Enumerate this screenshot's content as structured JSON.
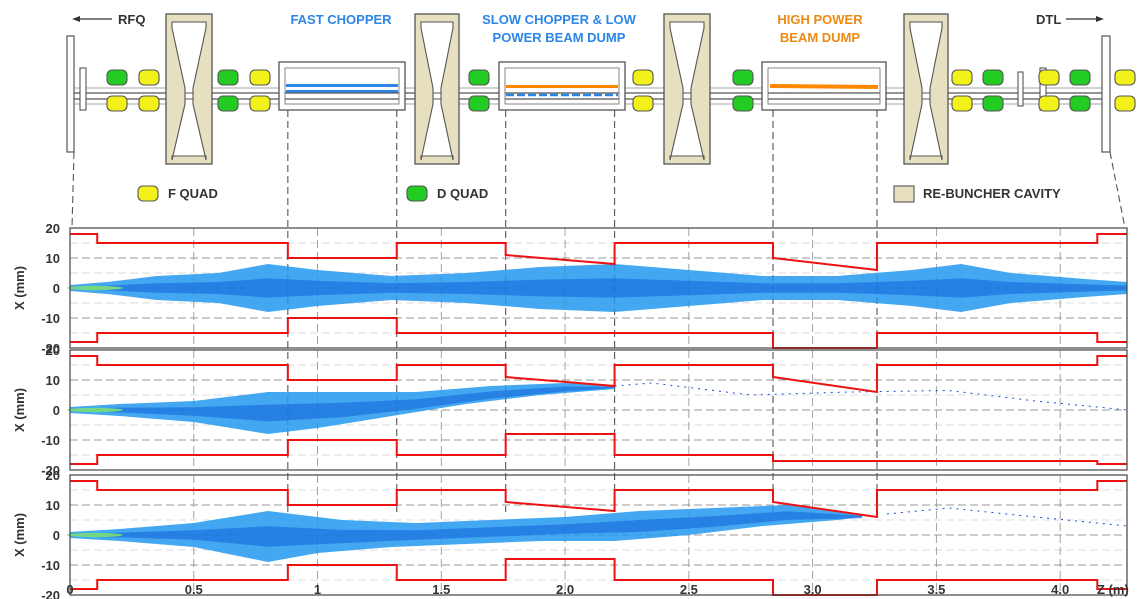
{
  "header": {
    "rfq_label": "RFQ",
    "dtl_label": "DTL",
    "fast_chopper": "FAST CHOPPER",
    "slow_chopper_line1": "SLOW CHOPPER & LOW",
    "slow_chopper_line2": "POWER BEAM DUMP",
    "high_power_line1": "HIGH POWER",
    "high_power_line2": "BEAM DUMP"
  },
  "legend": {
    "f_quad": "F QUAD",
    "d_quad": "D QUAD",
    "rebuncher": "RE-BUNCHER CAVITY"
  },
  "colors": {
    "f_quad": "#f2f21a",
    "d_quad": "#22cc22",
    "rebuncher": "#e6dfc0",
    "fast_chopper": "#2288ee",
    "slow_chopper": "#2288ee",
    "dump": "#ff8800",
    "aperture": "#ee1111",
    "beam": "#2299ee",
    "grid": "#999999"
  },
  "chart_data": {
    "type": "area",
    "xlabel": "Z (m)",
    "x_ticks": [
      "0",
      "0.5",
      "1",
      "1.5",
      "2.0",
      "2.5",
      "3.0",
      "3.5",
      "4.0"
    ],
    "x_tick_values": [
      0,
      0.5,
      1,
      1.5,
      2.0,
      2.5,
      3.0,
      3.5,
      4.0
    ],
    "xlim": [
      0,
      4.27
    ],
    "ylim": [
      -20,
      20
    ],
    "grid": true,
    "panels": [
      {
        "ylabel": "X (mm)",
        "y_ticks": [
          "20",
          "10",
          "0",
          "-10",
          "-20"
        ],
        "aperture_upper": [
          [
            0,
            18
          ],
          [
            0.11,
            18
          ],
          [
            0.11,
            15
          ],
          [
            0.88,
            15
          ],
          [
            0.88,
            10
          ],
          [
            1.32,
            10
          ],
          [
            1.32,
            15
          ],
          [
            1.76,
            15
          ],
          [
            1.76,
            11
          ],
          [
            2.2,
            8
          ],
          [
            2.2,
            15
          ],
          [
            2.84,
            15
          ],
          [
            2.84,
            10
          ],
          [
            3.26,
            6
          ],
          [
            3.26,
            15
          ],
          [
            4.15,
            15
          ],
          [
            4.15,
            18
          ],
          [
            4.27,
            18
          ]
        ],
        "aperture_lower": [
          [
            0,
            -18
          ],
          [
            0.11,
            -18
          ],
          [
            0.11,
            -15
          ],
          [
            0.88,
            -15
          ],
          [
            0.88,
            -10
          ],
          [
            1.32,
            -10
          ],
          [
            1.32,
            -15
          ],
          [
            2.84,
            -15
          ],
          [
            2.84,
            -20
          ],
          [
            3.26,
            -20
          ],
          [
            3.26,
            -15
          ],
          [
            4.15,
            -15
          ],
          [
            4.15,
            -18
          ],
          [
            4.27,
            -18
          ]
        ],
        "beam_upper": [
          [
            0,
            1
          ],
          [
            0.15,
            2
          ],
          [
            0.35,
            4
          ],
          [
            0.6,
            5
          ],
          [
            0.8,
            8
          ],
          [
            1.0,
            6
          ],
          [
            1.3,
            4
          ],
          [
            1.6,
            5
          ],
          [
            1.9,
            7
          ],
          [
            2.2,
            8
          ],
          [
            2.5,
            6
          ],
          [
            2.8,
            4
          ],
          [
            3.1,
            4
          ],
          [
            3.4,
            6
          ],
          [
            3.6,
            8
          ],
          [
            3.8,
            5
          ],
          [
            4.1,
            3
          ],
          [
            4.27,
            2
          ]
        ],
        "beam_lower": [
          [
            0,
            -1
          ],
          [
            0.15,
            -2
          ],
          [
            0.35,
            -4
          ],
          [
            0.6,
            -5
          ],
          [
            0.8,
            -8
          ],
          [
            1.0,
            -6
          ],
          [
            1.3,
            -4
          ],
          [
            1.6,
            -5
          ],
          [
            1.9,
            -7
          ],
          [
            2.2,
            -8
          ],
          [
            2.5,
            -6
          ],
          [
            2.8,
            -4
          ],
          [
            3.1,
            -4
          ],
          [
            3.4,
            -6
          ],
          [
            3.6,
            -8
          ],
          [
            3.8,
            -5
          ],
          [
            4.1,
            -3
          ],
          [
            4.27,
            -2
          ]
        ]
      },
      {
        "ylabel": "X (mm)",
        "y_ticks": [
          "20",
          "10",
          "0",
          "-10",
          "-20"
        ],
        "aperture_upper": [
          [
            0,
            18
          ],
          [
            0.11,
            18
          ],
          [
            0.11,
            15
          ],
          [
            0.88,
            15
          ],
          [
            0.88,
            10
          ],
          [
            1.32,
            10
          ],
          [
            1.32,
            15
          ],
          [
            1.76,
            15
          ],
          [
            1.76,
            11
          ],
          [
            2.2,
            8
          ],
          [
            2.2,
            15
          ],
          [
            2.84,
            15
          ],
          [
            2.84,
            11
          ],
          [
            3.26,
            6
          ],
          [
            3.26,
            15
          ],
          [
            4.15,
            15
          ],
          [
            4.15,
            18
          ],
          [
            4.27,
            18
          ]
        ],
        "aperture_lower": [
          [
            0,
            -18
          ],
          [
            0.11,
            -18
          ],
          [
            0.11,
            -15
          ],
          [
            0.88,
            -15
          ],
          [
            0.88,
            -10
          ],
          [
            1.32,
            -10
          ],
          [
            1.32,
            -15
          ],
          [
            1.76,
            -15
          ],
          [
            1.76,
            -8
          ],
          [
            2.2,
            -8
          ],
          [
            2.2,
            -15
          ],
          [
            2.84,
            -15
          ],
          [
            2.84,
            -17
          ],
          [
            4.15,
            -17
          ],
          [
            4.15,
            -18
          ],
          [
            4.27,
            -18
          ]
        ],
        "beam_upper": [
          [
            0,
            1
          ],
          [
            0.2,
            2
          ],
          [
            0.5,
            3
          ],
          [
            0.8,
            6
          ],
          [
            1.1,
            6
          ],
          [
            1.4,
            6
          ],
          [
            1.7,
            8
          ],
          [
            2.0,
            9
          ],
          [
            2.2,
            8
          ]
        ],
        "beam_lower": [
          [
            0,
            -1
          ],
          [
            0.2,
            -2
          ],
          [
            0.5,
            -4
          ],
          [
            0.8,
            -8
          ],
          [
            1.0,
            -6
          ],
          [
            1.3,
            -2
          ],
          [
            1.6,
            2
          ],
          [
            1.9,
            5
          ],
          [
            2.2,
            7
          ]
        ],
        "beam_trail": [
          [
            2.2,
            8
          ],
          [
            2.35,
            9
          ],
          [
            2.55,
            7
          ],
          [
            2.75,
            5
          ],
          [
            2.95,
            5.5
          ],
          [
            3.15,
            6
          ],
          [
            3.55,
            6.5
          ],
          [
            3.9,
            3
          ],
          [
            4.15,
            1
          ],
          [
            4.27,
            0
          ]
        ]
      },
      {
        "ylabel": "X (mm)",
        "y_ticks": [
          "20",
          "10",
          "0",
          "-10",
          "-20"
        ],
        "aperture_upper": [
          [
            0,
            18
          ],
          [
            0.11,
            18
          ],
          [
            0.11,
            15
          ],
          [
            0.88,
            15
          ],
          [
            0.88,
            10
          ],
          [
            1.32,
            10
          ],
          [
            1.32,
            15
          ],
          [
            1.76,
            15
          ],
          [
            1.76,
            11
          ],
          [
            2.2,
            8
          ],
          [
            2.2,
            15
          ],
          [
            2.84,
            15
          ],
          [
            2.84,
            11
          ],
          [
            3.26,
            6
          ],
          [
            3.26,
            15
          ],
          [
            4.15,
            15
          ],
          [
            4.15,
            18
          ],
          [
            4.27,
            18
          ]
        ],
        "aperture_lower": [
          [
            0,
            -18
          ],
          [
            0.11,
            -18
          ],
          [
            0.11,
            -15
          ],
          [
            0.88,
            -15
          ],
          [
            0.88,
            -10
          ],
          [
            1.32,
            -10
          ],
          [
            1.32,
            -15
          ],
          [
            1.76,
            -15
          ],
          [
            1.76,
            -8
          ],
          [
            2.2,
            -8
          ],
          [
            2.2,
            -15
          ],
          [
            2.84,
            -15
          ],
          [
            2.84,
            -20
          ],
          [
            3.26,
            -20
          ],
          [
            3.26,
            -15
          ],
          [
            4.15,
            -15
          ],
          [
            4.15,
            -18
          ],
          [
            4.27,
            -18
          ]
        ],
        "beam_upper": [
          [
            0,
            1
          ],
          [
            0.2,
            2
          ],
          [
            0.5,
            4
          ],
          [
            0.8,
            8
          ],
          [
            1.1,
            5
          ],
          [
            1.4,
            4
          ],
          [
            1.7,
            5
          ],
          [
            2.0,
            6
          ],
          [
            2.3,
            8
          ],
          [
            2.6,
            9
          ],
          [
            2.9,
            10
          ],
          [
            3.2,
            7
          ]
        ],
        "beam_lower": [
          [
            0,
            -1
          ],
          [
            0.2,
            -2
          ],
          [
            0.5,
            -4
          ],
          [
            0.8,
            -9
          ],
          [
            1.0,
            -6
          ],
          [
            1.3,
            -4
          ],
          [
            1.6,
            -3
          ],
          [
            1.9,
            -2
          ],
          [
            2.2,
            -2
          ],
          [
            2.5,
            0
          ],
          [
            2.8,
            3
          ],
          [
            3.1,
            5
          ],
          [
            3.2,
            6
          ]
        ],
        "beam_trail": [
          [
            3.3,
            7
          ],
          [
            3.55,
            9
          ],
          [
            3.9,
            6
          ],
          [
            4.15,
            4
          ],
          [
            4.27,
            3
          ]
        ]
      }
    ]
  }
}
